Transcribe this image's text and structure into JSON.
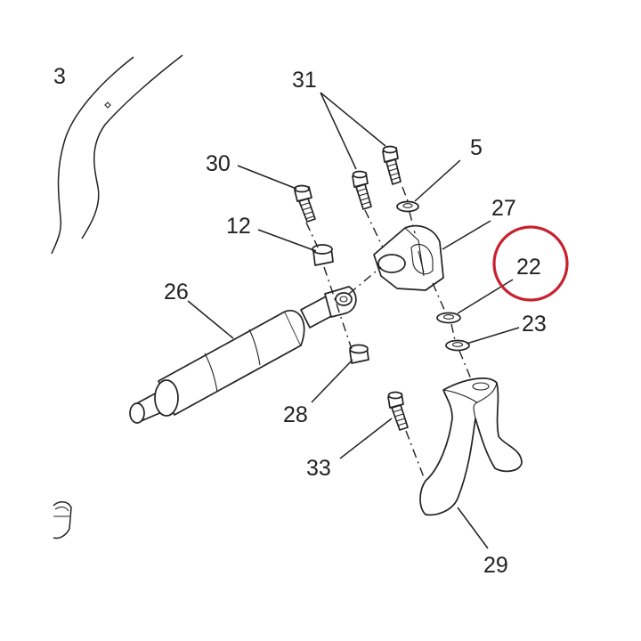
{
  "labels": {
    "l3": "3",
    "l31": "31",
    "l5": "5",
    "l30": "30",
    "l27": "27",
    "l12": "12",
    "l22": "22",
    "l26": "26",
    "l23": "23",
    "l28": "28",
    "l33": "33",
    "l29": "29"
  },
  "highlight": {
    "target": "22",
    "color": "#c8202d"
  }
}
